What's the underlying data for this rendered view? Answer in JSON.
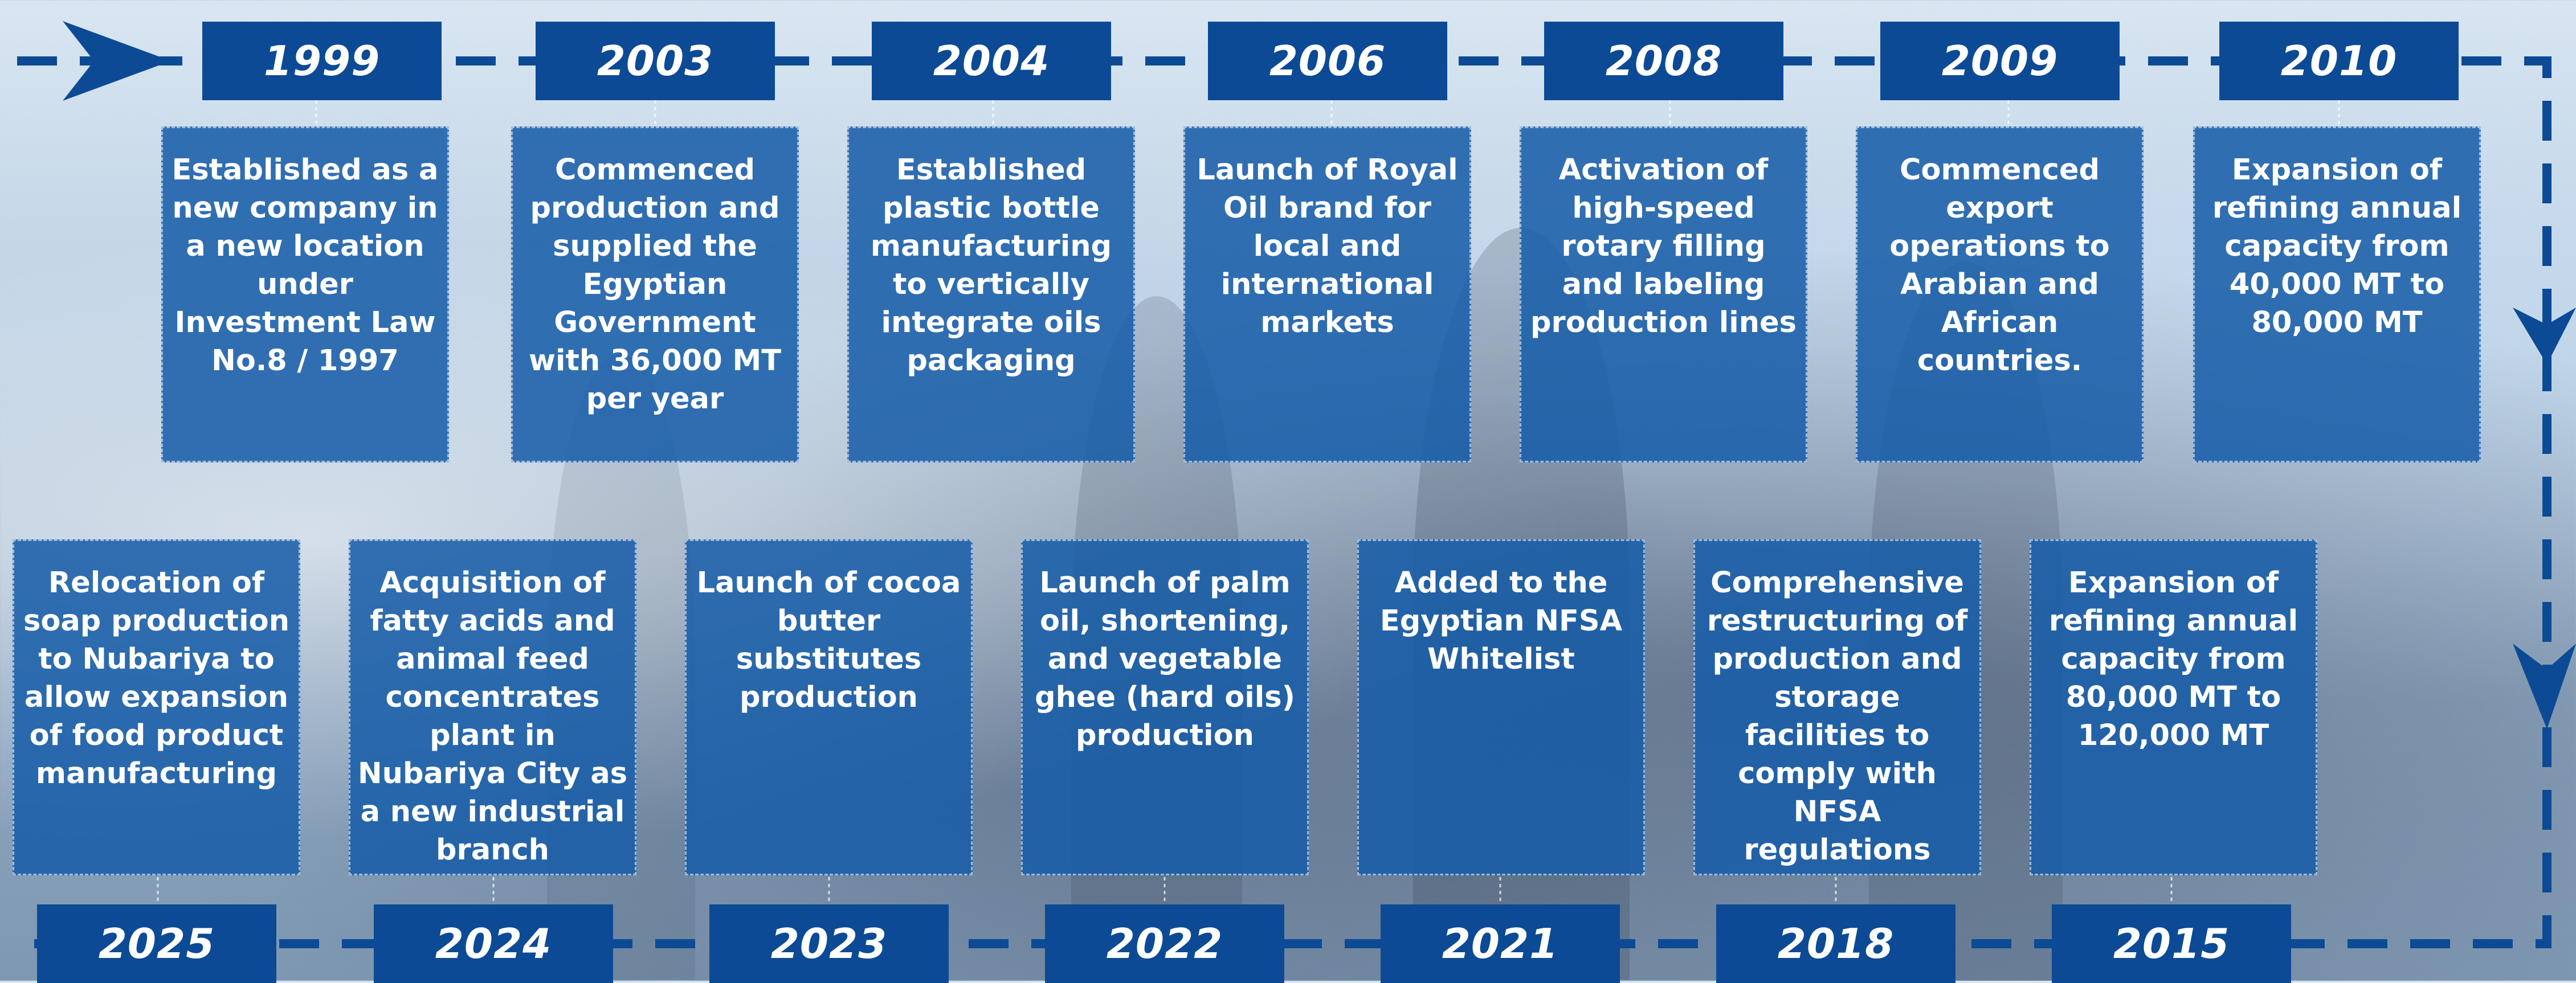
{
  "top_row": [
    {
      "year": "1999",
      "text": "Established as a new company in a new location under Investment Law No.8 / 1997"
    },
    {
      "year": "2003",
      "text": "Commenced production and supplied the Egyptian Government with 36,000 MT per year"
    },
    {
      "year": "2004",
      "text": "Established plastic bottle manufacturing to vertically integrate oils packaging"
    },
    {
      "year": "2006",
      "text": "Launch of Royal Oil brand for local and international markets"
    },
    {
      "year": "2008",
      "text": "Activation of high-speed rotary filling and labeling production lines"
    },
    {
      "year": "2009",
      "text": "Commenced export operations to Arabian and African countries."
    },
    {
      "year": "2010",
      "text": "Expansion of refining annual capacity from 40,000 MT to 80,000 MT"
    }
  ],
  "bottom_row": [
    {
      "year": "2025",
      "text": "Relocation of soap production to Nubariya to allow expansion of food product manufacturing"
    },
    {
      "year": "2024",
      "text": "Acquisition of fatty acids and animal feed concentrates plant in Nubariya City as a new industrial branch"
    },
    {
      "year": "2023",
      "text": "Launch of cocoa butter substitutes production"
    },
    {
      "year": "2022",
      "text": "Launch of palm oil, shortening, and vegetable ghee (hard oils) production"
    },
    {
      "year": "2021",
      "text": "Added to the Egyptian NFSA Whitelist"
    },
    {
      "year": "2018",
      "text": "Comprehensive restructuring of production and storage facilities to comply with NFSA regulations"
    },
    {
      "year": "2015",
      "text": "Expansion of refining annual capacity from 80,000 MT to 120,000 MT"
    }
  ],
  "colors": {
    "accent": "#0c4a95",
    "event_fill": "#165ca8",
    "text": "#ffffff"
  }
}
